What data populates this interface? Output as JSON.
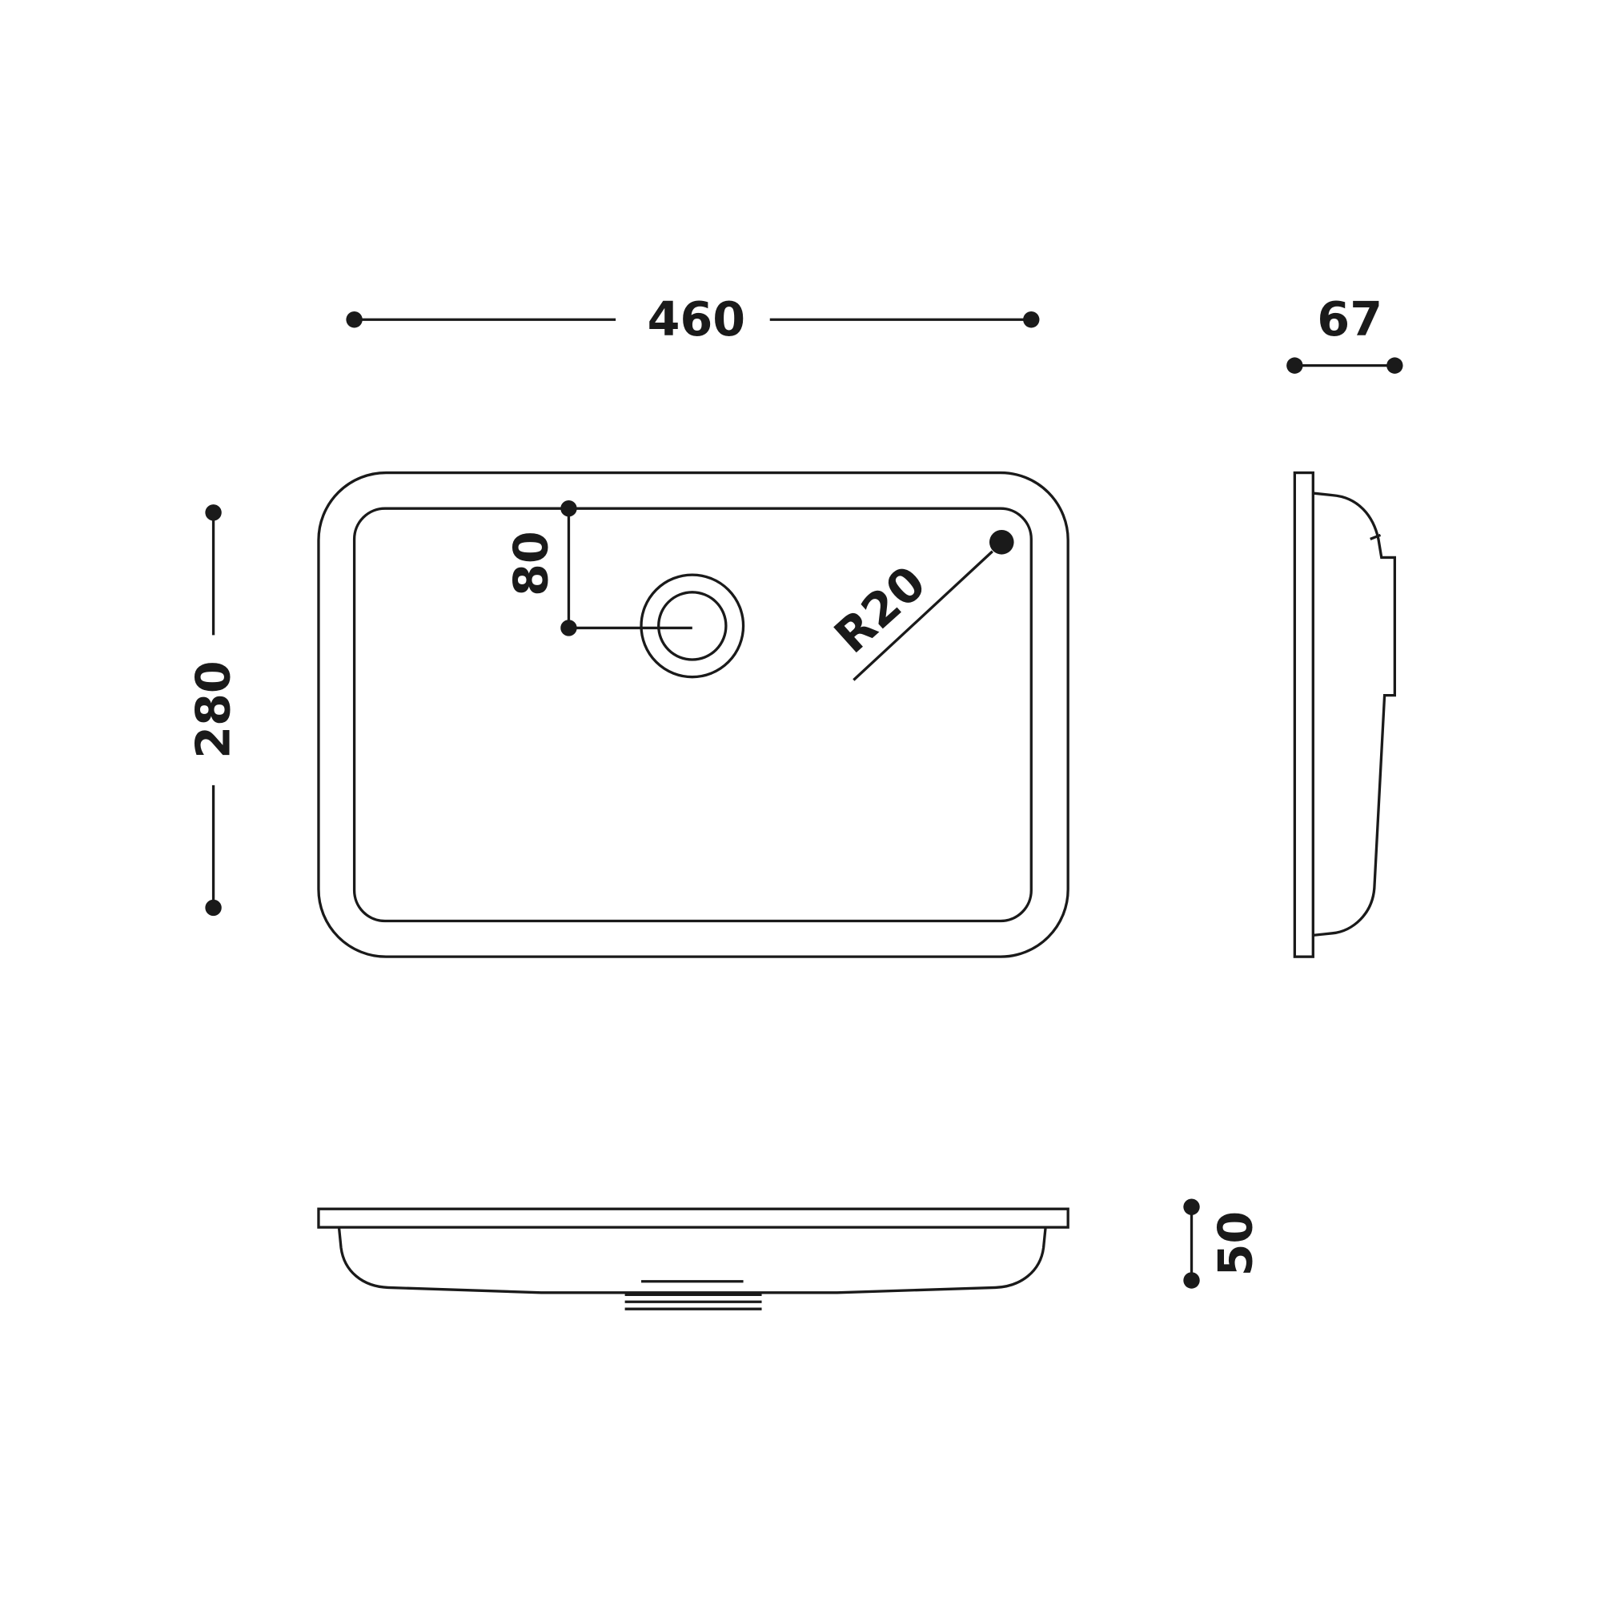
{
  "drawing": {
    "dimensions": {
      "width": "460",
      "depth_side": "67",
      "length": "280",
      "drain_offset": "80",
      "corner_radius": "R20",
      "height": "50"
    },
    "colors": {
      "line": "#1a1a1a",
      "background": "#ffffff"
    }
  }
}
